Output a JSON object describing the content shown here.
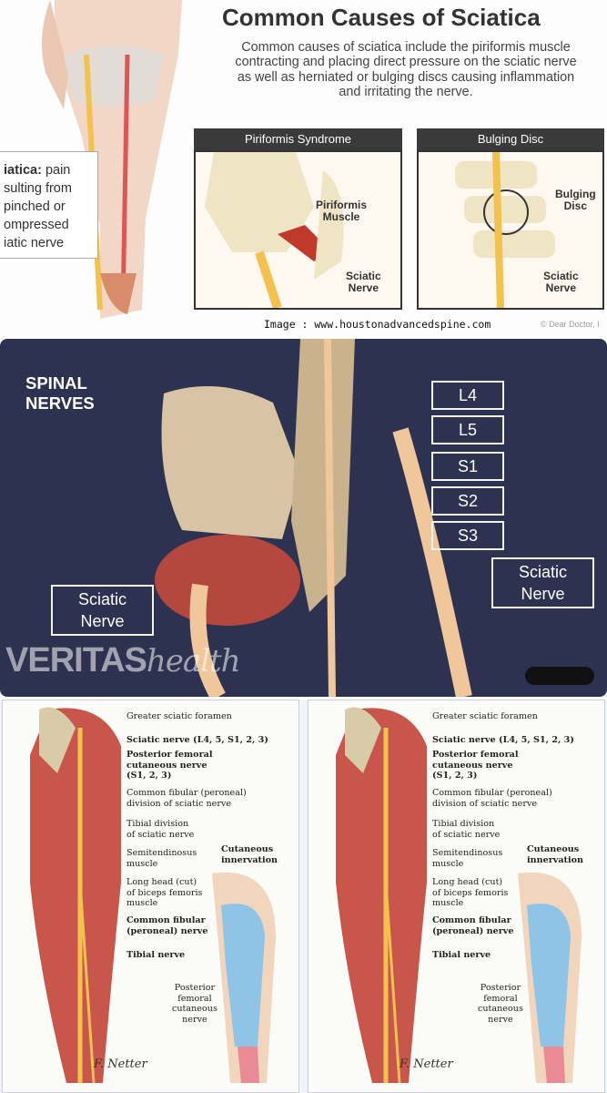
{
  "top": {
    "title": "Common Causes of Sciatica",
    "intro": "Common causes of sciatica include the piriformis muscle\ncontracting and placing direct pressure on the sciatic nerve\nas well as herniated or bulging discs causing inflammation\nand irritating the nerve.",
    "callout_bold": "iatica:",
    "callout_text": " pain\nsulting from\npinched or\nompressed\niatic nerve",
    "box1": {
      "header": "Piriformis Syndrome",
      "label_muscle": "Piriformis\nMuscle",
      "label_nerve": "Sciatic\nNerve"
    },
    "box2": {
      "header": "Bulging Disc",
      "label_disc": "Bulging\nDisc",
      "label_nerve": "Sciatic\nNerve"
    },
    "caption": "Image : www.houstonadvancedspine.com",
    "credit": "© Dear Doctor, I"
  },
  "middle": {
    "heading": "SPINAL\nNERVES",
    "nerve_labels": [
      "L4",
      "L5",
      "S1",
      "S2",
      "S3"
    ],
    "sciatic_right": "Sciatic\nNerve",
    "sciatic_left": "Sciatic\nNerve",
    "brand_bold": "VERITAS",
    "brand_italic": "health"
  },
  "bottom": {
    "annotations": [
      {
        "text": "Greater sciatic foramen",
        "bold": false
      },
      {
        "text": "Sciatic nerve (L4, 5, S1, 2, 3)",
        "bold": true
      },
      {
        "text": "Posterior femoral\ncutaneous nerve\n(S1, 2, 3)",
        "bold": true
      },
      {
        "text": "Common fibular (peroneal)\ndivision of sciatic nerve",
        "bold": false
      },
      {
        "text": "Tibial division\nof sciatic nerve",
        "bold": false
      },
      {
        "text": "Semitendinosus\nmuscle",
        "bold": false
      },
      {
        "text": "Long head (cut)\nof biceps femoris\nmuscle",
        "bold": false
      },
      {
        "text": "Common fibular\n(peroneal) nerve",
        "bold": true
      },
      {
        "text": "Tibial nerve",
        "bold": true
      }
    ],
    "cutaneous_title": "Cutaneous\ninnervation",
    "cutaneous_label": "Posterior\nfemoral\ncutaneous\nnerve",
    "signature": "F. Netter"
  },
  "colors": {
    "nerve": "#f2c14e",
    "muscle": "#c0392b",
    "panel_dark": "#2d3250",
    "innervation": "#8ec5e6"
  }
}
